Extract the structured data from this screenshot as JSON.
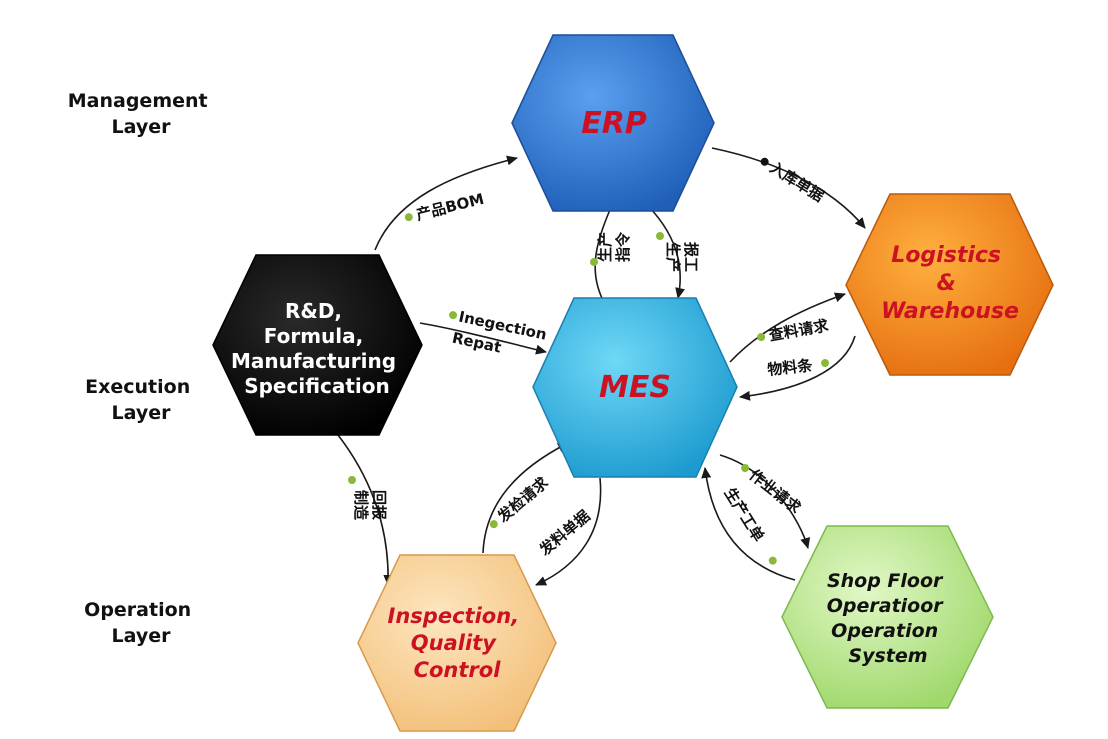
{
  "layers": {
    "management": [
      "Management",
      "Layer"
    ],
    "execution": [
      "Execution",
      "Layer"
    ],
    "operation": [
      "Operation",
      "Layer"
    ]
  },
  "nodes": {
    "erp": {
      "lines": [
        "ERP"
      ],
      "color": "#2f78d6"
    },
    "logistics": {
      "lines": [
        "Logistics",
        "&",
        "Warehouse"
      ],
      "color": "#f28a1a"
    },
    "rnd": {
      "lines": [
        "R&D,",
        "Formula,",
        "Manufacturing",
        "Specification"
      ],
      "color": "#0a0a0a"
    },
    "mes": {
      "lines": [
        "MES"
      ],
      "color": "#2fb6e2"
    },
    "inspection": {
      "lines": [
        "Inspection,",
        "Quality",
        "Control"
      ],
      "color": "#f8d39a"
    },
    "shopfloor": {
      "lines": [
        "Shop Floor",
        "Operatioor",
        "Operation",
        "System"
      ],
      "color": "#bde98f"
    }
  },
  "edges": {
    "rnd_erp": "产品BOM",
    "erp_logistics": "入库单据",
    "rnd_mes": [
      "Inegection",
      "Repat"
    ],
    "erp_mes_left": [
      "生产",
      "指令"
    ],
    "mes_erp_right": [
      "生产",
      "报工"
    ],
    "logistics_mes_top": "查料请求",
    "logistics_mes_bottom": "物料条",
    "rnd_inspection": [
      "制造",
      "回报"
    ],
    "inspection_mes": "发检请求",
    "mes_inspection": "发料单据",
    "mes_shopfloor_top": "作业请求",
    "mes_shopfloor_bottom": "生产工单"
  }
}
